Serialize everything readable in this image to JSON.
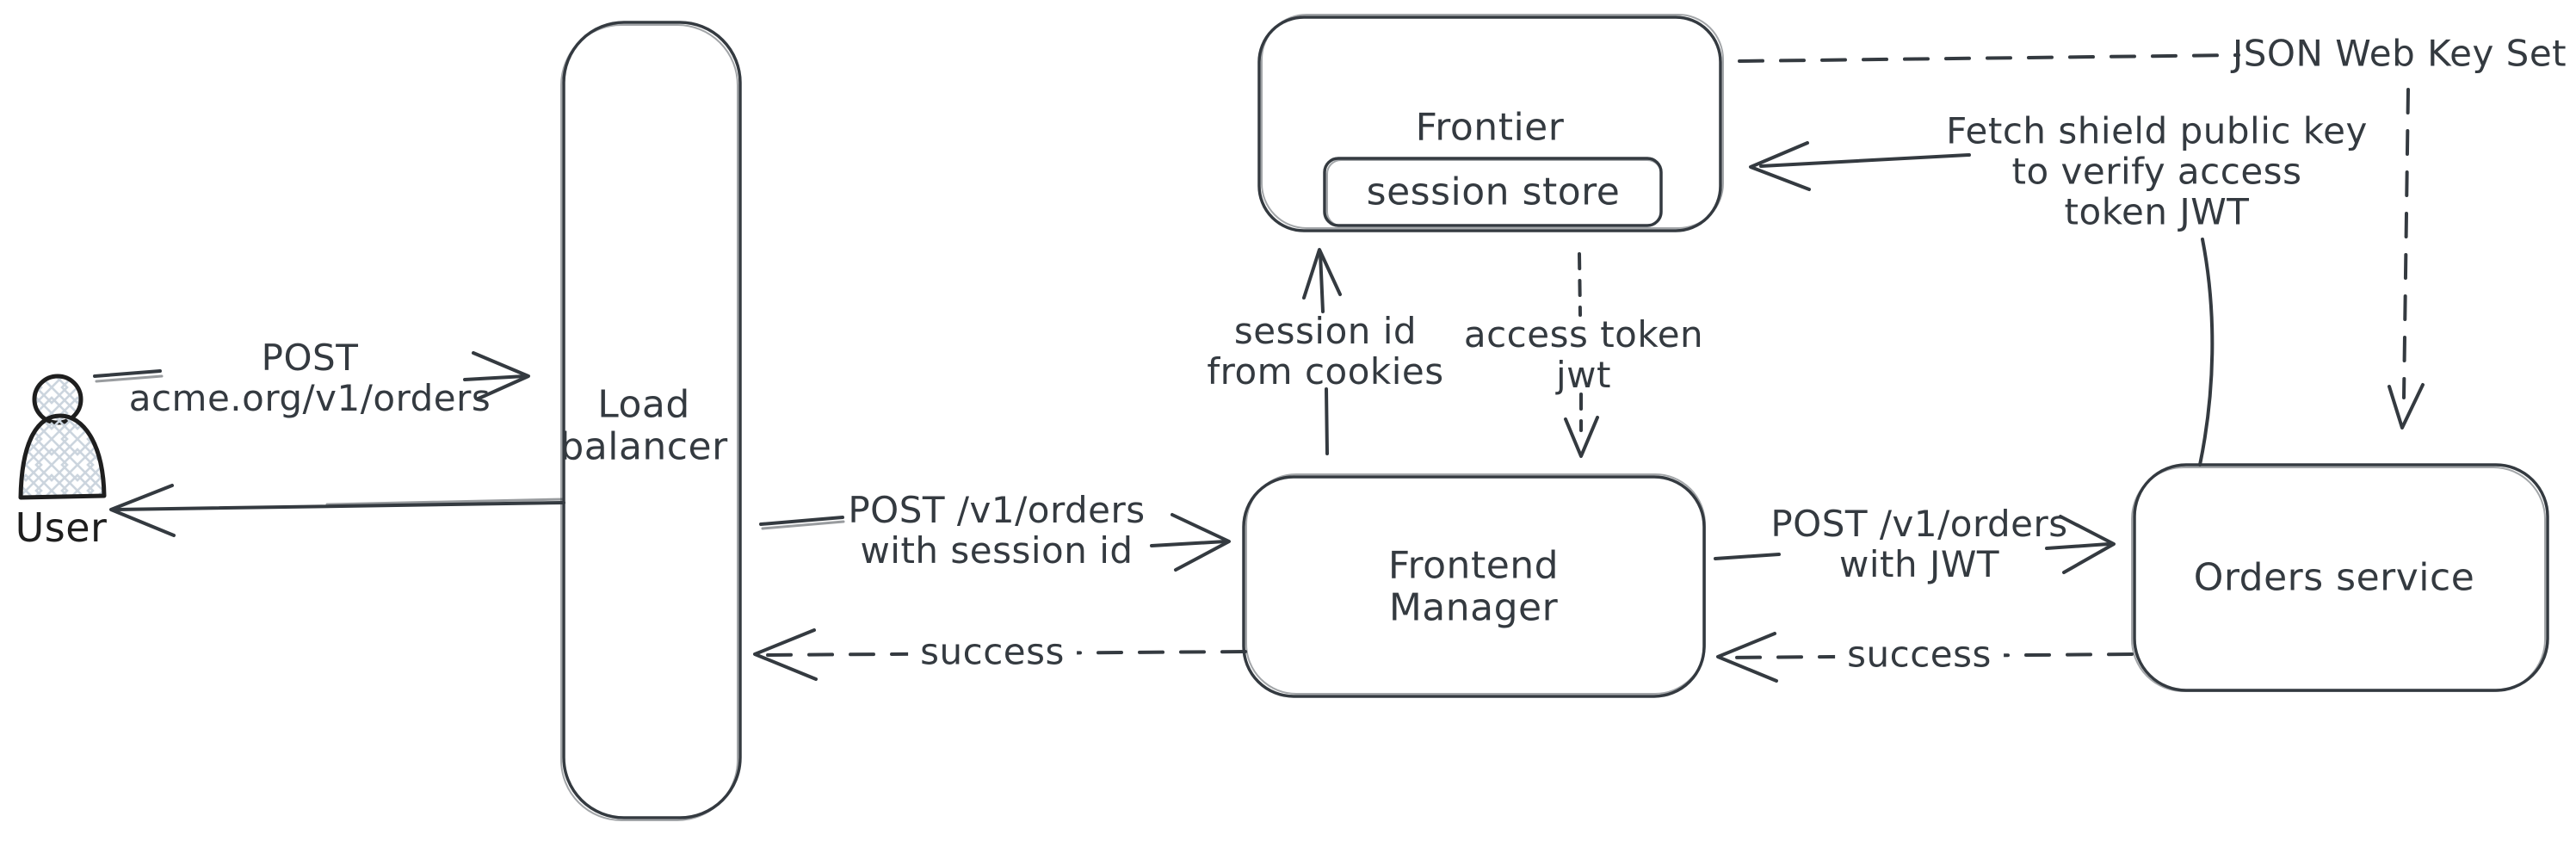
{
  "diagram": {
    "background_color": "#ffffff",
    "stroke_color": "#343a40",
    "user_stroke_color": "#1e1e1e",
    "hatch_fill_color": "#ccd5de",
    "nodes": {
      "user": {
        "label": "User"
      },
      "load_balancer": {
        "line1": "Load",
        "line2": "balancer"
      },
      "frontier": {
        "label": "Frontier"
      },
      "session_store": {
        "label": "session store"
      },
      "frontend_manager": {
        "line1": "Frontend",
        "line2": "Manager"
      },
      "orders_service": {
        "label": "Orders service"
      }
    },
    "edges": {
      "user_to_load_balancer": {
        "line1": "POST",
        "line2": "acme.org/v1/orders"
      },
      "load_balancer_to_frontend_manager": {
        "line1": "POST /v1/orders",
        "line2": "with session id"
      },
      "frontend_manager_to_load_balancer": {
        "label": "success"
      },
      "frontend_manager_to_frontier": {
        "line1": "session id",
        "line2": "from cookies"
      },
      "frontier_to_frontend_manager": {
        "line1": "access token",
        "line2": "jwt"
      },
      "frontend_manager_to_orders_service": {
        "line1": "POST /v1/orders",
        "line2": "with JWT"
      },
      "orders_service_to_frontend_manager": {
        "label": "success"
      },
      "orders_service_to_frontier": {
        "line1": "Fetch shield public key",
        "line2": "to verify access",
        "line3": "token JWT"
      },
      "json_web_key_set": {
        "label": "JSON Web Key Set"
      }
    }
  }
}
